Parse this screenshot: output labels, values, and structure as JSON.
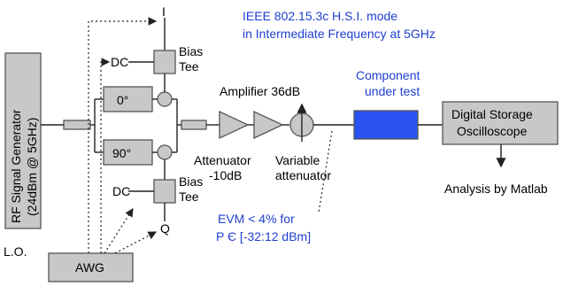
{
  "diagram": {
    "title_line1": "IEEE 802.15.3c H.S.I. mode",
    "title_line2": "in Intermediate Frequency at 5GHz",
    "rf_gen_line1": "RF Signal Generator",
    "rf_gen_line2": "(24dBm @ 5GHz)",
    "lo_label": "L.O.",
    "awg_label": "AWG",
    "i_label": "I",
    "q_label": "Q",
    "dc_top": "DC",
    "dc_bottom": "DC",
    "bias_top_line1": "Bias",
    "bias_top_line2": "Tee",
    "bias_bottom_line1": "Bias",
    "bias_bottom_line2": "Tee",
    "phase_0": "0°",
    "phase_90": "90°",
    "amplifier_label": "Amplifier 36dB",
    "attenuator_line1": "Attenuator",
    "attenuator_line2": "-10dB",
    "var_att_line1": "Variable",
    "var_att_line2": "attenuator",
    "cut_line1": "Component",
    "cut_line2": "under test",
    "dso_line1": "Digital Storage",
    "dso_line2": "Oscilloscope",
    "analysis_label": "Analysis by Matlab",
    "evm_line1": "EVM < 4% for",
    "evm_line2": "P Є [-32:12 dBm]",
    "colors": {
      "accent_blue": "#1f3fd0",
      "component_blue": "#2a52f0",
      "block_gray": "#c8c8c8"
    }
  }
}
